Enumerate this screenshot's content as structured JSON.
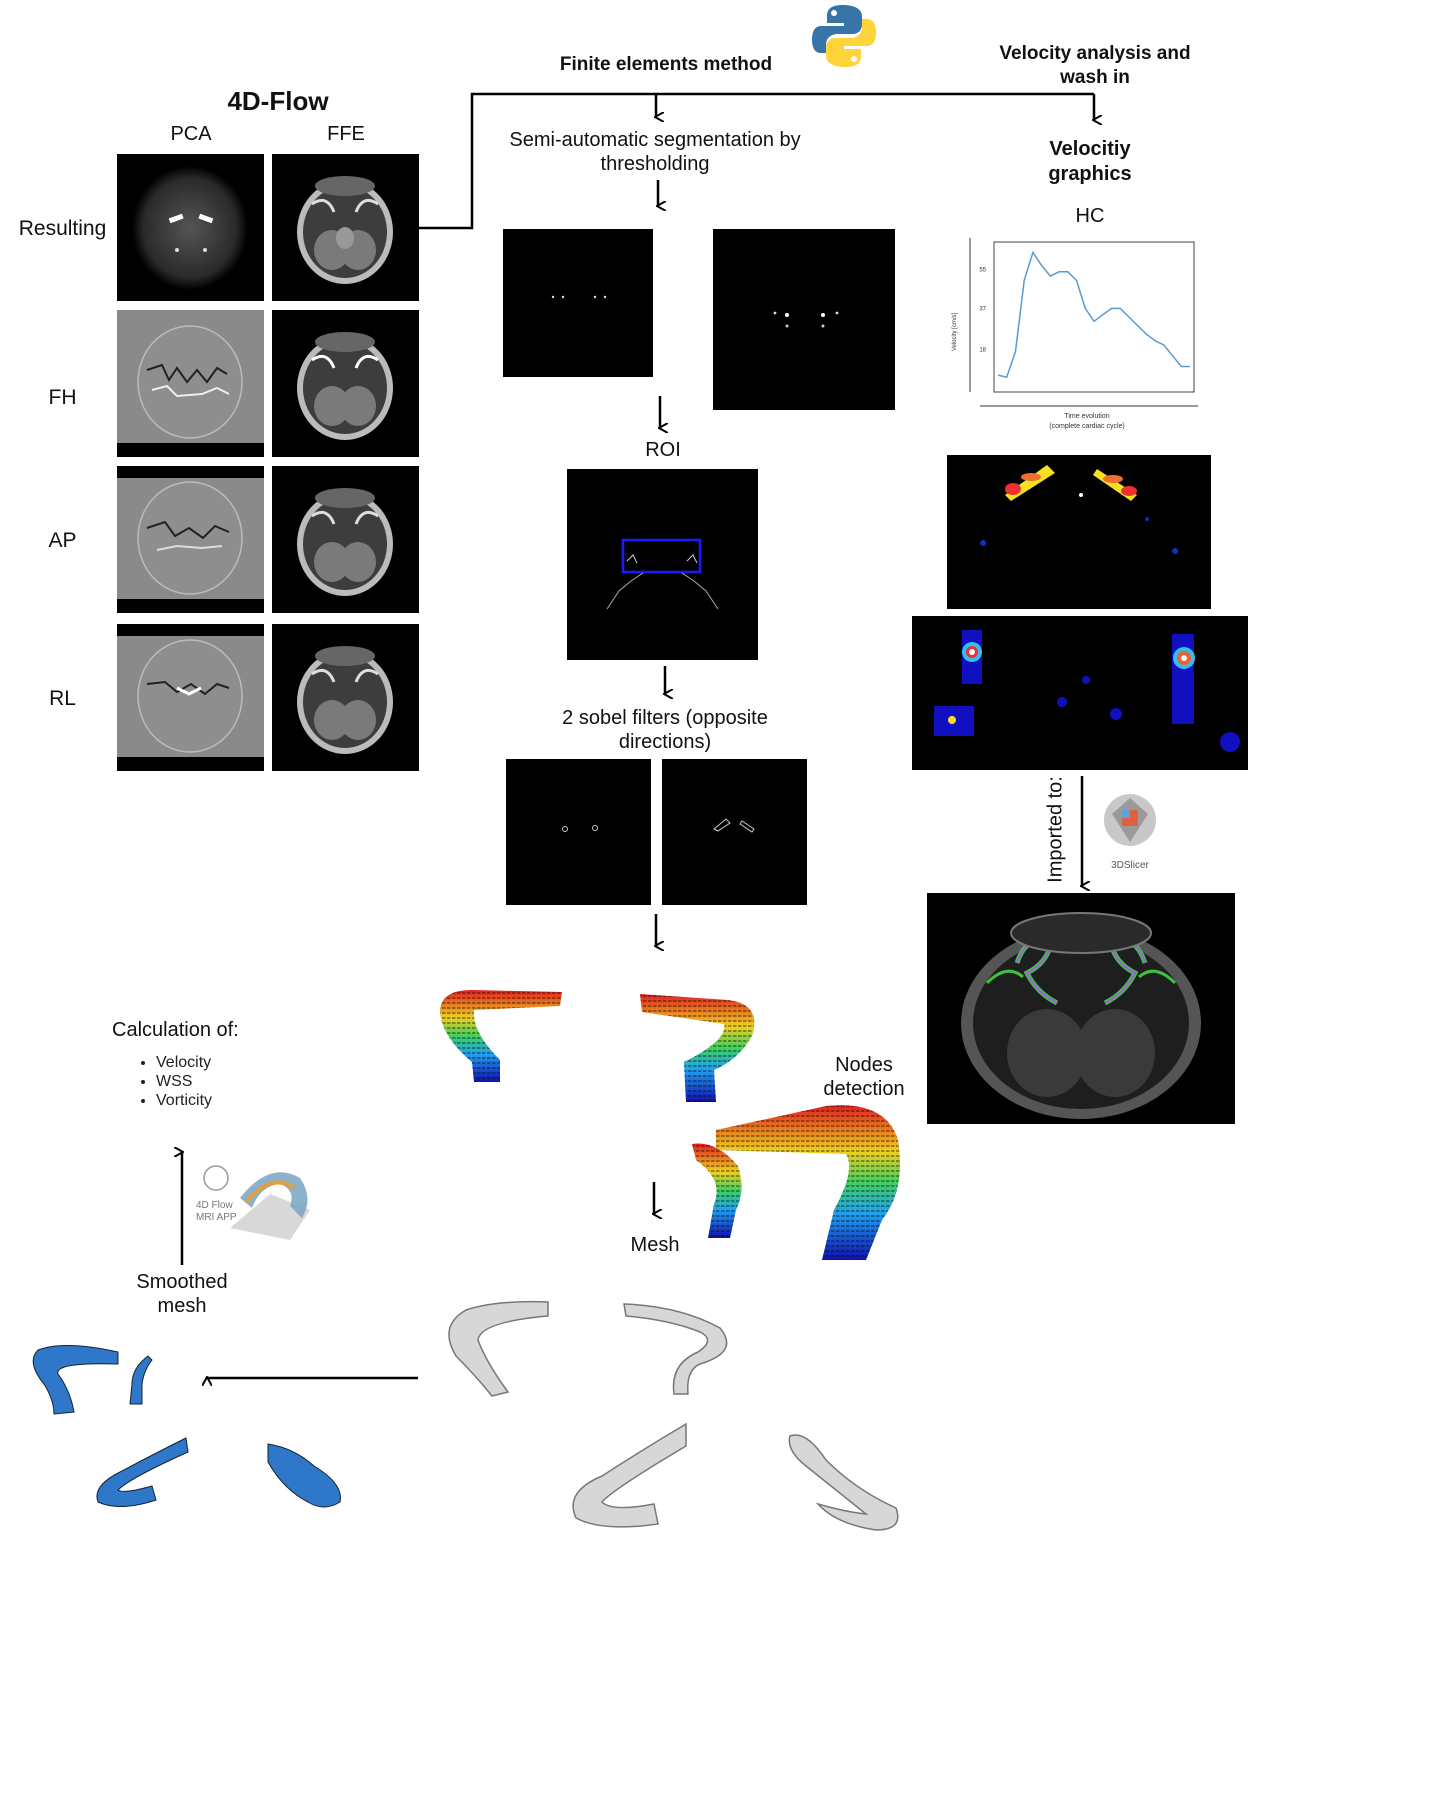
{
  "header": {
    "title": "4D-Flow",
    "col_pca": "PCA",
    "col_ffe": "FFE",
    "fem": "Finite elements method",
    "velocity_analysis": "Velocity analysis and wash in"
  },
  "rows": [
    "Resulting",
    "FH",
    "AP",
    "RL"
  ],
  "steps": {
    "segmentation": "Semi-automatic segmentation by thresholding",
    "roi": "ROI",
    "sobel": "2 sobel filters (opposite directions)",
    "nodes": "Nodes detection",
    "mesh": "Mesh",
    "smoothed": "Smoothed mesh",
    "calc": "Calculation of:"
  },
  "calc_items": [
    "Velocity",
    "WSS",
    "Vorticity"
  ],
  "velocity_graphics": {
    "title": "Velocitiy graphics",
    "hc": "HC",
    "ylabel": "Velocity [cm/s]",
    "yticks": [
      "55",
      "37",
      "18"
    ],
    "xlabel_1": "Time evolution",
    "xlabel_2": "(complete cardiac cycle)"
  },
  "chart_data": {
    "type": "line",
    "title": "HC",
    "xlabel": "Time evolution (complete cardiac cycle)",
    "ylabel": "Velocity [cm/s]",
    "yticks": [
      18,
      37,
      55
    ],
    "x": [
      1,
      2,
      3,
      4,
      5,
      6,
      7,
      8,
      9,
      10,
      11,
      12,
      13,
      14,
      15,
      16,
      17,
      18,
      19,
      20,
      21,
      22,
      23
    ],
    "values": [
      6,
      5,
      17,
      50,
      63,
      57,
      52,
      54,
      54,
      50,
      37,
      31,
      34,
      37,
      37,
      33,
      29,
      25,
      22,
      20,
      15,
      10,
      10
    ]
  },
  "imported": {
    "label": "Imported to:",
    "logo_text": "3DSlicer"
  },
  "app_logo": {
    "line1": "4D Flow",
    "line2": "MRI APP"
  },
  "colors": {
    "mesh_blue": "#2f78c9",
    "mesh_gray": "#d7d7d7",
    "roi_box": "#1a1aff",
    "python_blue": "#3775a9",
    "python_yellow": "#ffd43b"
  }
}
